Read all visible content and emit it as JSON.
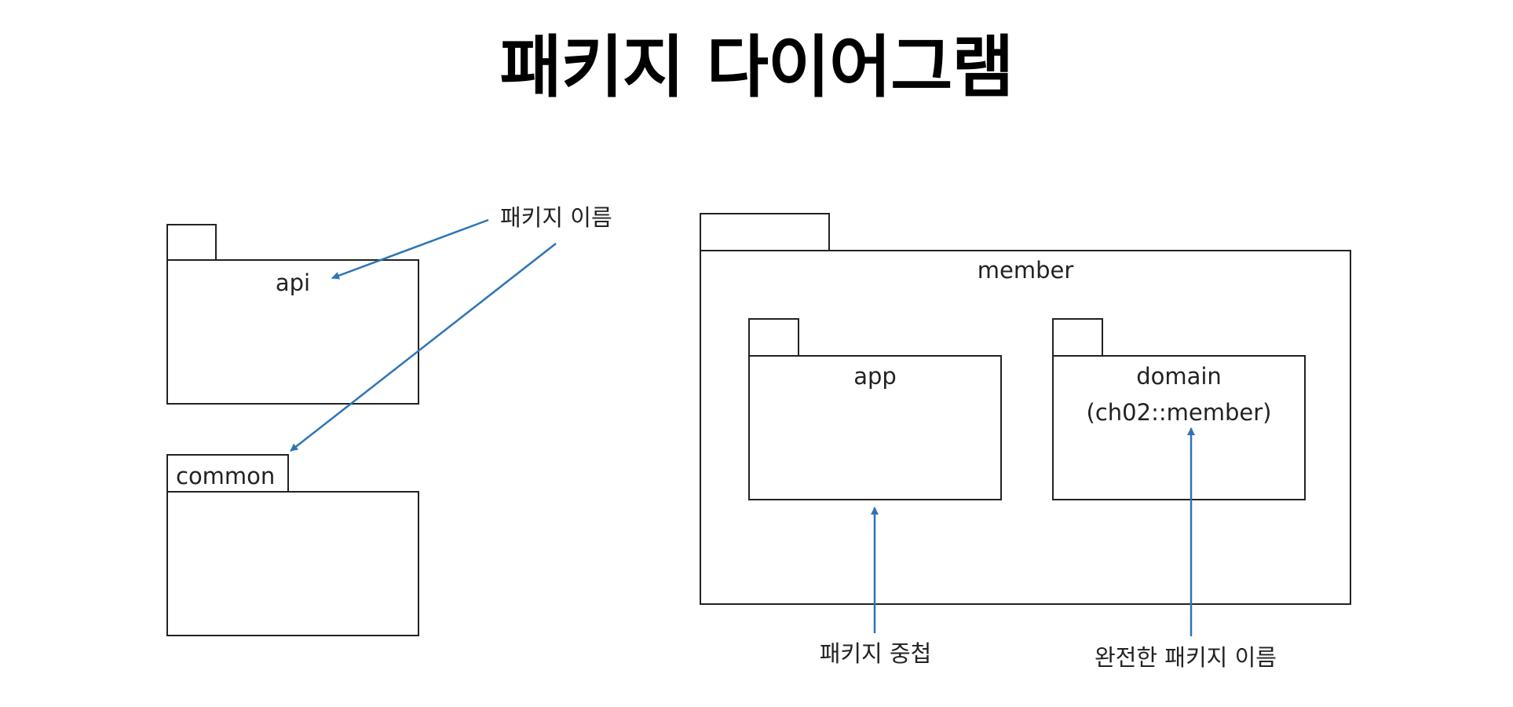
{
  "title": "패키지 다이어그램",
  "packages": {
    "api": {
      "name": "api"
    },
    "common": {
      "name": "common"
    },
    "member": {
      "name": "member"
    },
    "app": {
      "name": "app"
    },
    "domain": {
      "name": "domain",
      "qualified_name": "(ch02::member)"
    }
  },
  "annotations": {
    "package_name": "패키지 이름",
    "nesting": "패키지 중첩",
    "fully_qualified_name": "완전한 패키지 이름"
  },
  "colors": {
    "arrow": "#2e74b5",
    "line": "#222222"
  }
}
